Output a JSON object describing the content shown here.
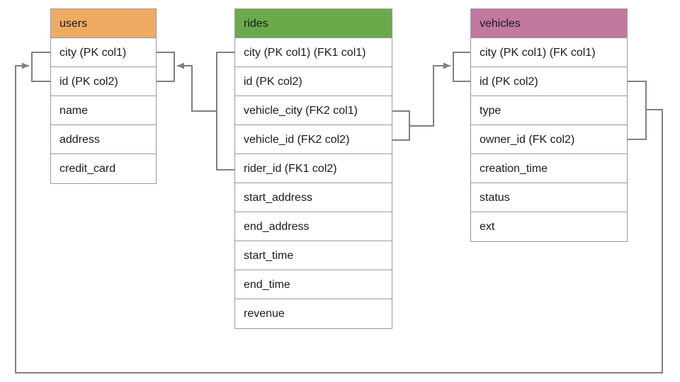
{
  "diagram": {
    "title": "database-schema-er-diagram",
    "background_color": "#ffffff",
    "line_color": "#808080",
    "border_color": "#9a9a9a",
    "text_color": "#1a1a1a"
  },
  "tables": {
    "users": {
      "name": "users",
      "header_color": "#F0AB63",
      "columns": [
        {
          "label": "city (PK col1)"
        },
        {
          "label": "id (PK col2)"
        },
        {
          "label": "name"
        },
        {
          "label": "address"
        },
        {
          "label": "credit_card"
        }
      ]
    },
    "rides": {
      "name": "rides",
      "header_color": "#6AAA4B",
      "columns": [
        {
          "label": "city (PK col1) (FK1 col1)"
        },
        {
          "label": "id (PK col2)"
        },
        {
          "label": "vehicle_city (FK2 col1)"
        },
        {
          "label": "vehicle_id (FK2 col2)"
        },
        {
          "label": "rider_id (FK1 col2)"
        },
        {
          "label": "start_address"
        },
        {
          "label": "end_address"
        },
        {
          "label": "start_time"
        },
        {
          "label": "end_time"
        },
        {
          "label": "revenue"
        }
      ]
    },
    "vehicles": {
      "name": "vehicles",
      "header_color": "#C278A0",
      "columns": [
        {
          "label": "city (PK col1) (FK col1)"
        },
        {
          "label": "id (PK col2)"
        },
        {
          "label": "type"
        },
        {
          "label": "owner_id (FK col2)"
        },
        {
          "label": "creation_time"
        },
        {
          "label": "status"
        },
        {
          "label": "ext"
        }
      ]
    }
  },
  "relationships": [
    {
      "id": "rides-rider-to-users",
      "from_table": "rides",
      "from_columns": [
        "city (PK col1) (FK1 col1)",
        "rider_id (FK1 col2)"
      ],
      "to_table": "users",
      "to_columns": [
        "city (PK col1)",
        "id (PK col2)"
      ],
      "foreign_key": "FK1"
    },
    {
      "id": "rides-vehicle-to-vehicles",
      "from_table": "rides",
      "from_columns": [
        "vehicle_city (FK2 col1)",
        "vehicle_id (FK2 col2)"
      ],
      "to_table": "vehicles",
      "to_columns": [
        "city (PK col1) (FK col1)",
        "id (PK col2)"
      ],
      "foreign_key": "FK2"
    },
    {
      "id": "vehicles-owner-to-users",
      "from_table": "vehicles",
      "from_columns": [
        "id (PK col2)",
        "owner_id (FK col2)"
      ],
      "to_table": "users",
      "to_columns": [
        "city (PK col1)",
        "id (PK col2)"
      ],
      "foreign_key": "FK"
    }
  ]
}
